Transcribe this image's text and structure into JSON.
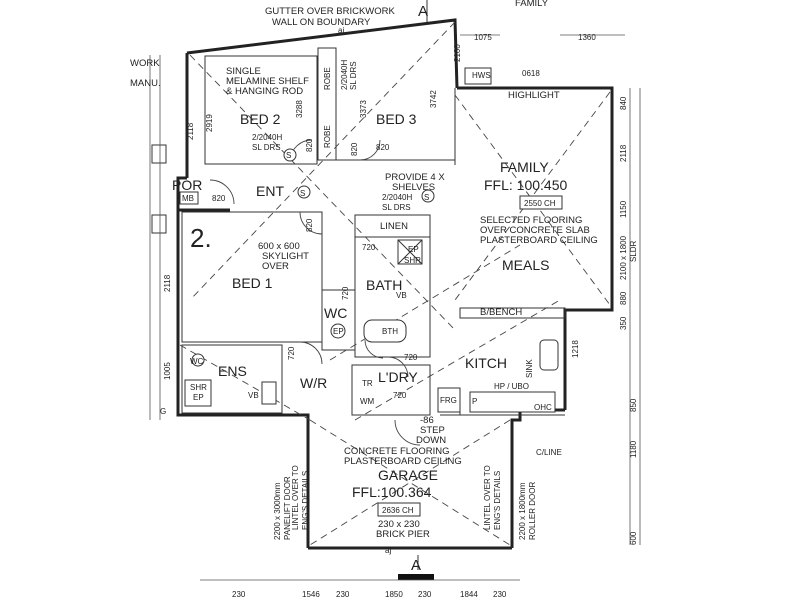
{
  "notes": {
    "gutter_1": "GUTTER OVER BRICKWORK",
    "gutter_2": "WALL ON BOUNDARY",
    "family_top": "FAMILY",
    "shelf_1": "SINGLE",
    "shelf_2": "MELAMINE SHELF",
    "shelf_3": "& HANGING ROD",
    "shelves_1": "PROVIDE 4 X",
    "shelves_2": "SHELVES",
    "flooring_1": "SELECTED FLOORING",
    "flooring_2": "OVER CONCRETE SLAB",
    "flooring_3": "PLASTERBOARD CEILING",
    "skylight_1": "600 x 600",
    "skylight_2": "SKYLIGHT",
    "skylight_3": "OVER",
    "garage_floor_1": "CONCRETE FLOORING",
    "garage_floor_2": "PLASTERBOARD CEILING",
    "pier_1": "230 x 230",
    "pier_2": "BRICK PIER",
    "step_1": "-86",
    "step_2": "STEP",
    "step_3": "DOWN",
    "lintel_left_1": "LINTEL OVER TO",
    "lintel_left_2": "ENG'S DETAILS",
    "lintel_right_1": "LINTEL OVER TO",
    "lintel_right_2": "ENG'S DETAILS",
    "panelift_1": "2200 x 3000mm",
    "panelift_2": "PANELIFT DOOR",
    "roller_1": "2200 x 1800mm",
    "roller_2": "ROLLER DOOR",
    "window_right_1": "2100 x 1800",
    "window_right_2": "SLDR",
    "door_bed2_1": "2/2040H",
    "door_bed2_2": "SL DRS",
    "door_bed3_1": "2/2040H",
    "door_bed3_2": "SL DRS",
    "door_linen_1": "2/2040H",
    "door_linen_2": "SL DRS",
    "work": "WORK",
    "manu": "MANU."
  },
  "rooms": {
    "bed2": "BED 2",
    "bed3": "BED 3",
    "robe1": "ROBE",
    "robe2": "ROBE",
    "ent": "ENT",
    "por": "POR",
    "bed1": "BED 1",
    "family": "FAMILY",
    "family_ffl": "FFL: 100.450",
    "family_ch": "2550 CH",
    "meals": "MEALS",
    "bath": "BATH",
    "wc": "WC",
    "ens": "ENS",
    "wir": "W/R",
    "ldry": "L'DRY",
    "kitch": "KITCH",
    "garage": "GARAGE",
    "garage_ffl": "FFL:100.364",
    "garage_ch": "2636 CH",
    "linen": "LINEN",
    "highlight": "HIGHLIGHT",
    "bbench": "B/BENCH",
    "hp_ubo": "HP / UBO",
    "ohc": "OHC",
    "frg": "FRG",
    "p": "P",
    "sink": "SINK",
    "hws": "HWS",
    "mb": "MB",
    "ep1": "EP",
    "ep2": "EP",
    "ep3": "EP",
    "shr1": "SHR",
    "shr2": "SHR",
    "vb1": "VB",
    "vb2": "VB",
    "bth": "BTH",
    "tr": "TR",
    "wm": "WM",
    "wc_small": "WC",
    "caline": "C/LINE",
    "aj_top": "aj",
    "aj_bottom": "aj",
    "s1": "S",
    "s2": "S",
    "s3": "S",
    "g": "G",
    "section_top": "A",
    "section_bottom": "A",
    "sheet": "2."
  },
  "dims": {
    "d1075": "1075",
    "d1360": "1360",
    "d2100": "2100",
    "d0618": "0618",
    "d840": "840",
    "d2118_r": "2118",
    "d1150": "1150",
    "d880": "880",
    "d350": "350",
    "d1218": "1218",
    "d850": "850",
    "d1180": "1180",
    "d600": "600",
    "d2919": "2919",
    "d3288": "3288",
    "d3373": "3373",
    "d3742": "3742",
    "d2118_l1": "2118",
    "d2118_l2": "2118",
    "d1005": "1005",
    "d820_a": "820",
    "d820_b": "820",
    "d820_c": "820",
    "d820_d": "820",
    "d820_e": "820",
    "d720_a": "720",
    "d720_b": "720",
    "d720_c": "720",
    "d720_d": "720",
    "d720_e": "720",
    "d2040h_robe": "2/2040H",
    "d2040h_robe2": "SL DRS",
    "b230_1": "230",
    "b1546": "1546",
    "b230_2": "230",
    "b1850": "1850",
    "b230_3": "230",
    "b1844": "1844",
    "b230_4": "230"
  }
}
